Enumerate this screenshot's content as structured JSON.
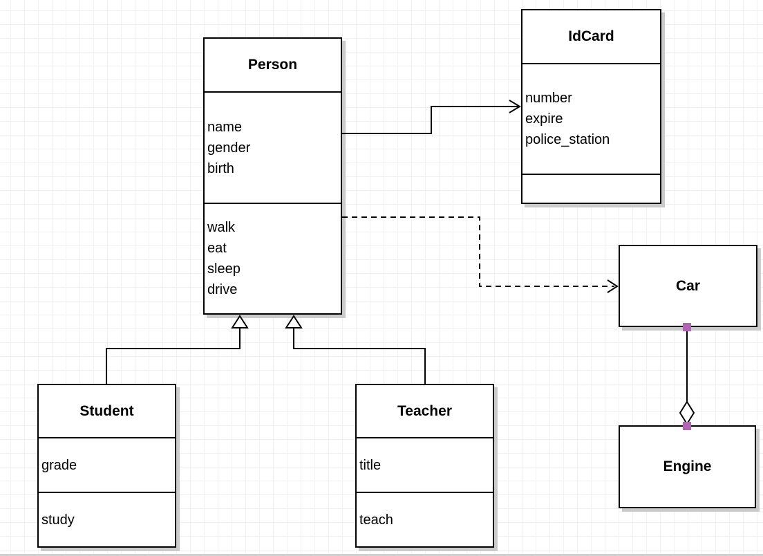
{
  "canvas": {
    "background": "#ffffff",
    "grid_color": "#f0f0f0",
    "bottom_edge_color": "#cfcfcf"
  },
  "colors": {
    "stroke": "#000000",
    "box_fill": "#ffffff",
    "box_shadow": "#cbcbcb",
    "endpoint_marker": "#b164b4"
  },
  "classes": {
    "person": {
      "title": "Person",
      "attributes": [
        "name",
        "gender",
        "birth"
      ],
      "methods": [
        "walk",
        "eat",
        "sleep",
        "drive"
      ]
    },
    "idcard": {
      "title": "IdCard",
      "attributes": [
        "number",
        "expire",
        "police_station"
      ],
      "methods": []
    },
    "car": {
      "title": "Car"
    },
    "engine": {
      "title": "Engine"
    },
    "student": {
      "title": "Student",
      "attributes": [
        "grade"
      ],
      "methods": [
        "study"
      ]
    },
    "teacher": {
      "title": "Teacher",
      "attributes": [
        "title"
      ],
      "methods": [
        "teach"
      ]
    }
  },
  "relationships": [
    {
      "from": "Person",
      "to": "IdCard",
      "type": "association",
      "line": "solid",
      "arrow": "open"
    },
    {
      "from": "Person",
      "to": "Car",
      "type": "dependency",
      "line": "dashed",
      "arrow": "open"
    },
    {
      "from": "Student",
      "to": "Person",
      "type": "generalization",
      "line": "solid",
      "arrow": "hollow-triangle"
    },
    {
      "from": "Teacher",
      "to": "Person",
      "type": "generalization",
      "line": "solid",
      "arrow": "hollow-triangle"
    },
    {
      "from": "Car",
      "to": "Engine",
      "type": "aggregation",
      "line": "solid",
      "arrow": "hollow-diamond",
      "endpoint_markers": true
    }
  ]
}
